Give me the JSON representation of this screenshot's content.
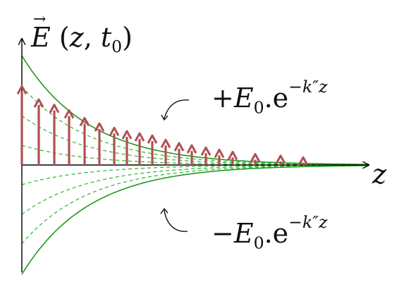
{
  "labels": {
    "y_axis": {
      "vec": "E",
      "open": "(",
      "var_z": "z",
      "comma": ", ",
      "var_t": "t",
      "sub": "0",
      "close": ")"
    },
    "upper": {
      "sign": "+",
      "E": "E",
      "sub": "0",
      "dot_e": ".e",
      "exp": "−k″z"
    },
    "lower": {
      "sign": "−",
      "E": "E",
      "sub": "0",
      "dot_e": ".e",
      "exp": "−k″z"
    },
    "x_axis": "z"
  },
  "colors": {
    "envelope": "#1f9a1f",
    "dashed": "#2db52d",
    "arrow": "#b05050",
    "axis": "#000000"
  },
  "diagram": {
    "decay_rate": 0.0105,
    "dashed_ratios": [
      0.72,
      0.45,
      0.18
    ],
    "field_arrows": [
      {
        "z": 0,
        "amp": 0.72
      },
      {
        "z": 1,
        "amp": 0.6
      },
      {
        "z": 2,
        "amp": 0.55
      },
      {
        "z": 3,
        "amp": 0.5
      },
      {
        "z": 4,
        "amp": 0.43
      },
      {
        "z": 5,
        "amp": 0.38
      },
      {
        "z": 6,
        "amp": 0.34
      },
      {
        "z": 7,
        "amp": 0.31
      },
      {
        "z": 8,
        "amp": 0.29
      },
      {
        "z": 9,
        "amp": 0.27
      },
      {
        "z": 10,
        "amp": 0.23
      },
      {
        "z": 11,
        "amp": 0.2
      },
      {
        "z": 12,
        "amp": 0.18
      },
      {
        "z": 13,
        "amp": 0.16
      },
      {
        "z": 14,
        "amp": 0.14
      },
      {
        "z": 15,
        "amp": 0.12
      },
      {
        "z": 16,
        "amp": 0.1
      },
      {
        "z": 17,
        "amp": 0.085
      },
      {
        "z": 18,
        "amp": 0.07
      }
    ]
  }
}
